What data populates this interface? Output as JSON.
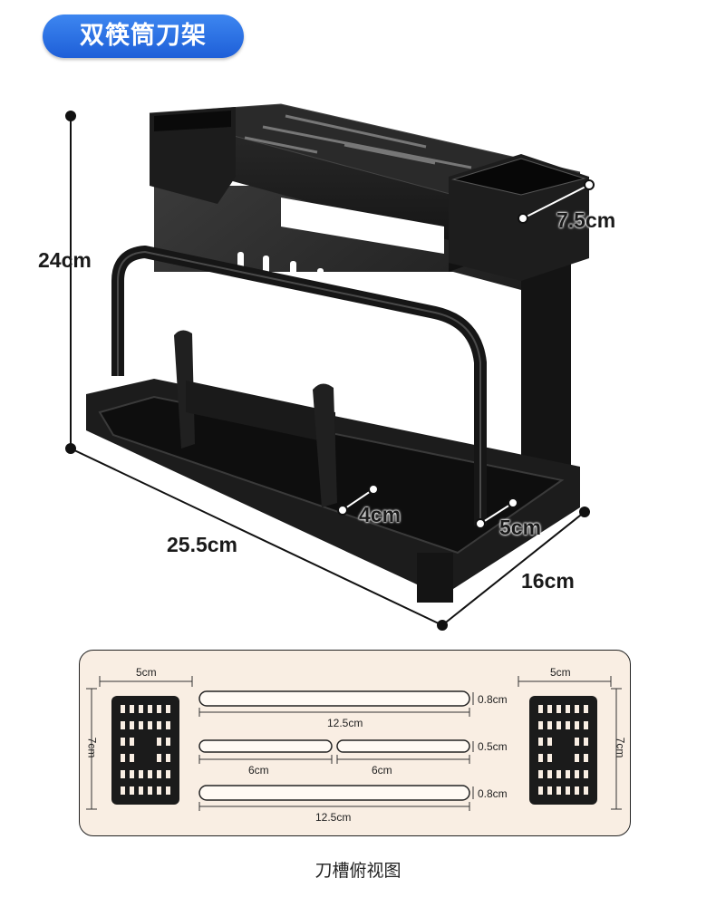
{
  "title": "双筷筒刀架",
  "dimensions": {
    "height": "24cm",
    "width": "25.5cm",
    "depth": "16cm",
    "cup_width": "7.5cm",
    "slot_gap_a": "4cm",
    "slot_gap_b": "5cm"
  },
  "top_view": {
    "left_cup_width": "5cm",
    "right_cup_width": "5cm",
    "left_cup_height": "7cm",
    "right_cup_height": "7cm",
    "slot1_length": "12.5cm",
    "slot1_width": "0.8cm",
    "slot2a_length": "6cm",
    "slot2b_length": "6cm",
    "slot2_width": "0.5cm",
    "slot3_length": "12.5cm",
    "slot3_width": "0.8cm"
  },
  "caption": "刀槽俯视图",
  "colors": {
    "badge": "#2f74ea",
    "product": "#1b1b1b",
    "panel_bg": "#f9eee3"
  }
}
